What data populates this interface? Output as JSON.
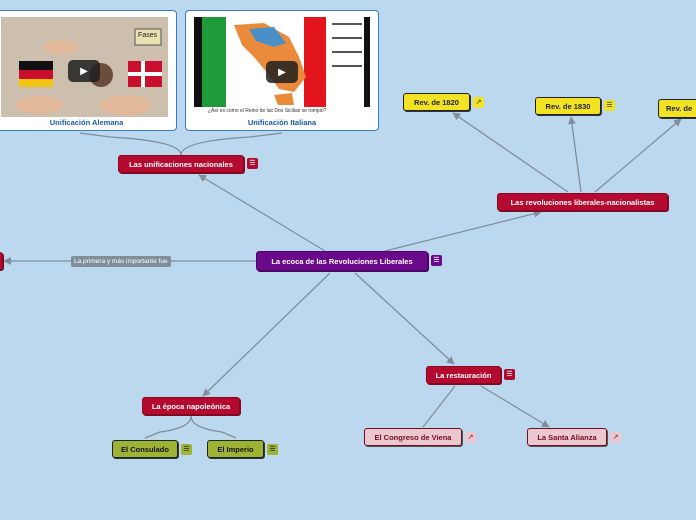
{
  "central": {
    "label": "La ecoca de las  Revoluciones  Liberales"
  },
  "nodes": {
    "unificaciones": "Las unificaciones nacionales",
    "revoluciones": "Las revoluciones liberales-nacionalistas",
    "rev1820": "Rev. de 1820",
    "rev1830": "Rev. de 1830",
    "rev1848": "Rev. de",
    "epoca": "La época napoleónica",
    "consulado": "El Consulado",
    "imperio": "El Imperio",
    "restauracion": "La restauración",
    "congreso": "El Congreso de Viena",
    "santa": "La Santa Alianza"
  },
  "relationship": {
    "label": "La primera y más importante fue"
  },
  "videos": [
    {
      "label": "Unificación Alemana",
      "sticky_label": "Fases"
    },
    {
      "label": "Unificación Italiana",
      "caption": "¿Así es como el Reino de las Dos Sicilias se rompió?"
    }
  ],
  "colors": {
    "background": "#bcd8ef",
    "topic_red": "#b50a2f",
    "central_purple": "#6a0a8a",
    "yellow": "#f1e324",
    "olive": "#9eb334",
    "pink": "#eac8cf",
    "line": "#7f8e9a"
  },
  "icons": {
    "note": "notes-icon",
    "link": "external-link-icon",
    "play": "play-icon"
  }
}
